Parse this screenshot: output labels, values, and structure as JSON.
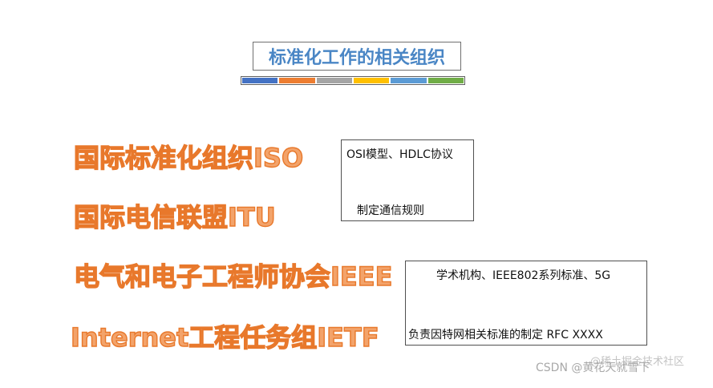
{
  "title": "标准化工作的相关组织",
  "color_bar": {
    "segments": [
      "#4472c4",
      "#ed7d31",
      "#a5a5a5",
      "#ffc000",
      "#5b9bd5",
      "#70ad47"
    ]
  },
  "organizations": [
    {
      "label": "国际标准化组织ISO"
    },
    {
      "label": "国际电信联盟ITU"
    },
    {
      "label": "电气和电子工程师协会IEEE"
    },
    {
      "label": "Internet工程任务组IETF"
    }
  ],
  "notes": {
    "box1": {
      "line1": "OSI模型、HDLC协议",
      "line2": "制定通信规则"
    },
    "box2": {
      "line1": "学术机构、IEEE802系列标准、5G",
      "line2": "负责因特网相关标准的制定   RFC XXXX"
    }
  },
  "watermark": {
    "text": "CSDN @黄花天就雪下",
    "text2": "@稀土掘金技术社区"
  },
  "colors": {
    "title_text": "#4a86c5",
    "org_fill": "#f3a36a",
    "org_outline": "#e8782b"
  }
}
